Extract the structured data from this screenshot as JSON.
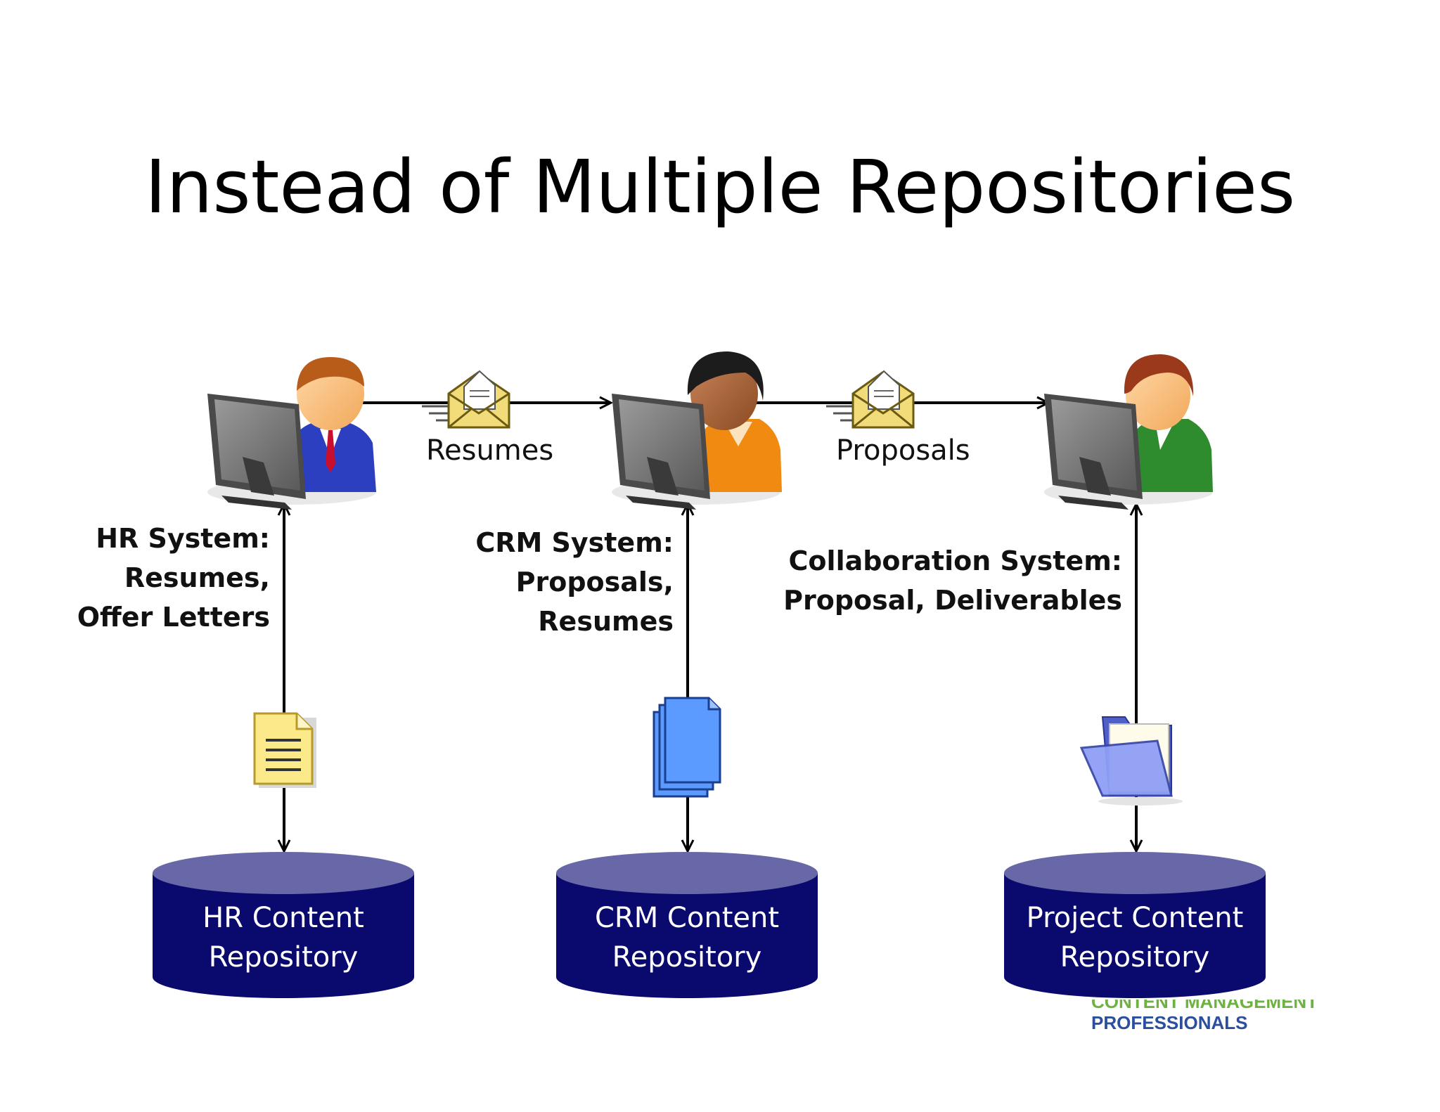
{
  "title": "Instead of Multiple Repositories",
  "flows": [
    {
      "label": "Resumes"
    },
    {
      "label": "Proposals"
    }
  ],
  "systems": [
    {
      "line1": "HR System:",
      "line2": "Resumes,",
      "line3": "Offer Letters"
    },
    {
      "line1": "CRM System:",
      "line2": "Proposals,",
      "line3": "Resumes"
    },
    {
      "line1": "Collaboration System:",
      "line2": "Proposal, Deliverables"
    }
  ],
  "repositories": [
    {
      "line1": "HR Content",
      "line2": "Repository"
    },
    {
      "line1": "CRM Content",
      "line2": "Repository"
    },
    {
      "line1": "Project Content",
      "line2": "Repository"
    }
  ],
  "footer": {
    "line1": "CONTENT MANAGEMENT",
    "line2": "PROFESSIONALS"
  },
  "colors": {
    "repository_fill": "#0a0a6e",
    "repository_top": "#6868a8",
    "user1_shirt": "#2b3fc0",
    "user2_shirt": "#f08a10",
    "user3_shirt": "#2e8b2e",
    "document_yellow": "#fbe98a",
    "documents_blue": "#5b9bff",
    "folder_blue": "#7f8ff0"
  },
  "icons": [
    "computer-user-icon",
    "envelope-icon",
    "document-icon",
    "documents-stack-icon",
    "folder-icon"
  ]
}
